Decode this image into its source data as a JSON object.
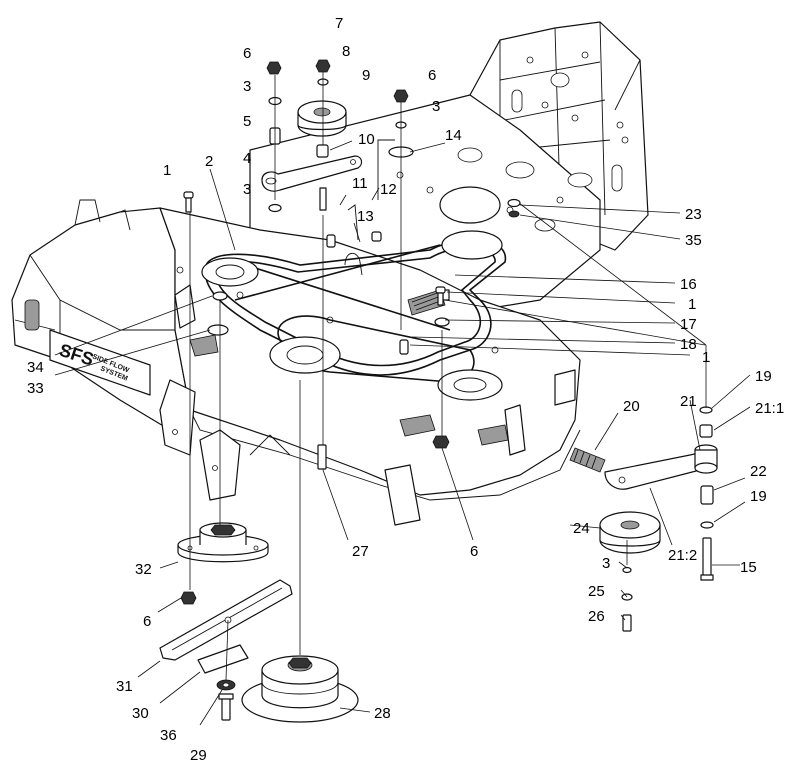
{
  "deck_decal": {
    "logo_text": "SFS",
    "line1": "SIDE FLOW",
    "line2": "SYSTEM"
  },
  "callouts": [
    {
      "id": "c6a",
      "text": "6"
    },
    {
      "id": "c7",
      "text": "7"
    },
    {
      "id": "c8",
      "text": "8"
    },
    {
      "id": "c9",
      "text": "9"
    },
    {
      "id": "c6b",
      "text": "6"
    },
    {
      "id": "c3a",
      "text": "3"
    },
    {
      "id": "c3b",
      "text": "3"
    },
    {
      "id": "c5",
      "text": "5"
    },
    {
      "id": "c10",
      "text": "10"
    },
    {
      "id": "c14",
      "text": "14"
    },
    {
      "id": "c4",
      "text": "4"
    },
    {
      "id": "c1a",
      "text": "1"
    },
    {
      "id": "c2",
      "text": "2"
    },
    {
      "id": "c3c",
      "text": "3"
    },
    {
      "id": "c11",
      "text": "11"
    },
    {
      "id": "c12",
      "text": "12"
    },
    {
      "id": "c13",
      "text": "13"
    },
    {
      "id": "c23",
      "text": "23"
    },
    {
      "id": "c35",
      "text": "35"
    },
    {
      "id": "c16",
      "text": "16"
    },
    {
      "id": "c1b",
      "text": "1"
    },
    {
      "id": "c17",
      "text": "17"
    },
    {
      "id": "c18",
      "text": "18"
    },
    {
      "id": "c1c",
      "text": "1"
    },
    {
      "id": "c34",
      "text": "34"
    },
    {
      "id": "c33",
      "text": "33"
    },
    {
      "id": "c19a",
      "text": "19"
    },
    {
      "id": "c20",
      "text": "20"
    },
    {
      "id": "c21_1",
      "text": "21:1"
    },
    {
      "id": "c21",
      "text": "21"
    },
    {
      "id": "c22",
      "text": "22"
    },
    {
      "id": "c19b",
      "text": "19"
    },
    {
      "id": "c24",
      "text": "24"
    },
    {
      "id": "c27",
      "text": "27"
    },
    {
      "id": "c6c",
      "text": "6"
    },
    {
      "id": "c21_2",
      "text": "21:2"
    },
    {
      "id": "c15",
      "text": "15"
    },
    {
      "id": "c32",
      "text": "32"
    },
    {
      "id": "c3d",
      "text": "3"
    },
    {
      "id": "c25",
      "text": "25"
    },
    {
      "id": "c6d",
      "text": "6"
    },
    {
      "id": "c26",
      "text": "26"
    },
    {
      "id": "c31",
      "text": "31"
    },
    {
      "id": "c30",
      "text": "30"
    },
    {
      "id": "c28",
      "text": "28"
    },
    {
      "id": "c36",
      "text": "36"
    },
    {
      "id": "c29",
      "text": "29"
    }
  ]
}
